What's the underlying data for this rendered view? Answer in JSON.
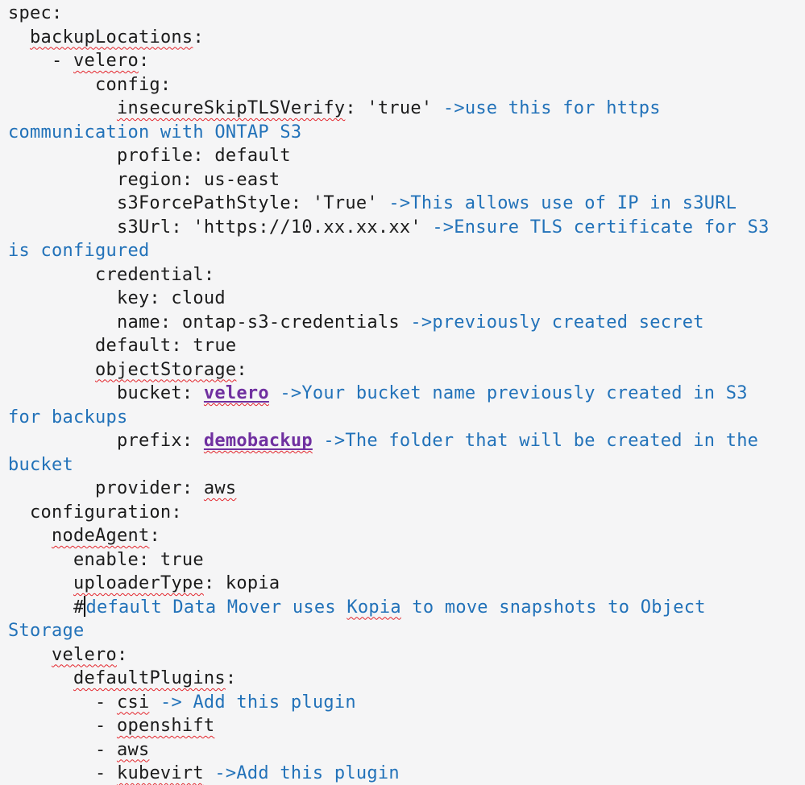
{
  "document": {
    "kind": "yaml-config-listing",
    "background": "#f5f5f6",
    "colors": {
      "text": "#1b1b1b",
      "comment_blue": "#2272b9",
      "link_purple": "#7030a0",
      "spellcheck_red": "#e3242b"
    },
    "lines": [
      {
        "segments": [
          {
            "text": "spec:",
            "style": "plain"
          }
        ]
      },
      {
        "segments": [
          {
            "text": "  ",
            "style": "plain"
          },
          {
            "text": "backupLocations",
            "style": "plain misspell"
          },
          {
            "text": ":",
            "style": "plain"
          }
        ]
      },
      {
        "segments": [
          {
            "text": "    - ",
            "style": "plain"
          },
          {
            "text": "velero",
            "style": "plain misspell"
          },
          {
            "text": ":",
            "style": "plain"
          }
        ]
      },
      {
        "segments": [
          {
            "text": "        config:",
            "style": "plain"
          }
        ]
      },
      {
        "segments": [
          {
            "text": "          ",
            "style": "plain"
          },
          {
            "text": "insecureSkipTLSVerify",
            "style": "plain misspell"
          },
          {
            "text": ": 'true' ",
            "style": "plain"
          },
          {
            "text": "->use this for https",
            "style": "comment"
          }
        ]
      },
      {
        "segments": [
          {
            "text": "communication with ONTAP S3",
            "style": "comment"
          }
        ]
      },
      {
        "segments": [
          {
            "text": "          profile: default",
            "style": "plain"
          }
        ]
      },
      {
        "segments": [
          {
            "text": "          region: us-east",
            "style": "plain"
          }
        ]
      },
      {
        "segments": [
          {
            "text": "          s3ForcePathStyle: 'True' ",
            "style": "plain"
          },
          {
            "text": "->This allows use of IP in s3URL",
            "style": "comment"
          }
        ]
      },
      {
        "segments": [
          {
            "text": "          s3Url: 'https://10.xx.xx.xx' ",
            "style": "plain"
          },
          {
            "text": "->Ensure TLS certificate for S3",
            "style": "comment"
          }
        ]
      },
      {
        "segments": [
          {
            "text": "is configured",
            "style": "comment"
          }
        ]
      },
      {
        "segments": [
          {
            "text": "        credential:",
            "style": "plain"
          }
        ]
      },
      {
        "segments": [
          {
            "text": "          key: cloud",
            "style": "plain"
          }
        ]
      },
      {
        "segments": [
          {
            "text": "          name: ontap-s3-credentials ",
            "style": "plain"
          },
          {
            "text": "->previously created secret",
            "style": "comment"
          }
        ]
      },
      {
        "segments": [
          {
            "text": "        default: true",
            "style": "plain"
          }
        ]
      },
      {
        "segments": [
          {
            "text": "        ",
            "style": "plain"
          },
          {
            "text": "objectStorage",
            "style": "plain misspell"
          },
          {
            "text": ":",
            "style": "plain"
          }
        ]
      },
      {
        "segments": [
          {
            "text": "          bucket: ",
            "style": "plain"
          },
          {
            "text": "velero",
            "style": "link misspell"
          },
          {
            "text": " ",
            "style": "plain"
          },
          {
            "text": "->Your bucket name previously created in S3",
            "style": "comment"
          }
        ]
      },
      {
        "segments": [
          {
            "text": "for backups",
            "style": "comment"
          }
        ]
      },
      {
        "segments": [
          {
            "text": "          prefix: ",
            "style": "plain"
          },
          {
            "text": "demobackup",
            "style": "link misspell"
          },
          {
            "text": " ",
            "style": "plain"
          },
          {
            "text": "->The folder that will be created in the",
            "style": "comment"
          }
        ]
      },
      {
        "segments": [
          {
            "text": "bucket",
            "style": "comment"
          }
        ]
      },
      {
        "segments": [
          {
            "text": "        provider: ",
            "style": "plain"
          },
          {
            "text": "aws",
            "style": "plain misspell"
          }
        ]
      },
      {
        "segments": [
          {
            "text": "  configuration:",
            "style": "plain"
          }
        ]
      },
      {
        "segments": [
          {
            "text": "    ",
            "style": "plain"
          },
          {
            "text": "nodeAgent",
            "style": "plain misspell"
          },
          {
            "text": ":",
            "style": "plain"
          }
        ]
      },
      {
        "segments": [
          {
            "text": "      enable: true",
            "style": "plain"
          }
        ]
      },
      {
        "segments": [
          {
            "text": "      ",
            "style": "plain"
          },
          {
            "text": "uploaderType",
            "style": "plain misspell"
          },
          {
            "text": ": kopia",
            "style": "plain"
          }
        ]
      },
      {
        "segments": [
          {
            "text": "      #",
            "style": "plain"
          },
          {
            "caret": true
          },
          {
            "text": "default Data Mover uses ",
            "style": "comment"
          },
          {
            "text": "Kopia",
            "style": "comment misspell"
          },
          {
            "text": " to move snapshots to Object",
            "style": "comment"
          }
        ]
      },
      {
        "segments": [
          {
            "text": "Storage",
            "style": "comment"
          }
        ]
      },
      {
        "segments": [
          {
            "text": "    ",
            "style": "plain"
          },
          {
            "text": "velero",
            "style": "plain misspell"
          },
          {
            "text": ":",
            "style": "plain"
          }
        ]
      },
      {
        "segments": [
          {
            "text": "      ",
            "style": "plain"
          },
          {
            "text": "defaultPlugins",
            "style": "plain misspell"
          },
          {
            "text": ":",
            "style": "plain"
          }
        ]
      },
      {
        "segments": [
          {
            "text": "        - ",
            "style": "plain"
          },
          {
            "text": "csi",
            "style": "plain misspell"
          },
          {
            "text": " ",
            "style": "plain"
          },
          {
            "text": "-> Add this plugin",
            "style": "comment"
          }
        ]
      },
      {
        "segments": [
          {
            "text": "        - ",
            "style": "plain"
          },
          {
            "text": "openshift",
            "style": "plain misspell"
          }
        ]
      },
      {
        "segments": [
          {
            "text": "        - ",
            "style": "plain"
          },
          {
            "text": "aws",
            "style": "plain misspell"
          }
        ]
      },
      {
        "segments": [
          {
            "text": "        - ",
            "style": "plain"
          },
          {
            "text": "kubevirt",
            "style": "plain misspell"
          },
          {
            "text": " ",
            "style": "plain"
          },
          {
            "text": "->Add this plugin",
            "style": "comment"
          }
        ]
      }
    ]
  }
}
